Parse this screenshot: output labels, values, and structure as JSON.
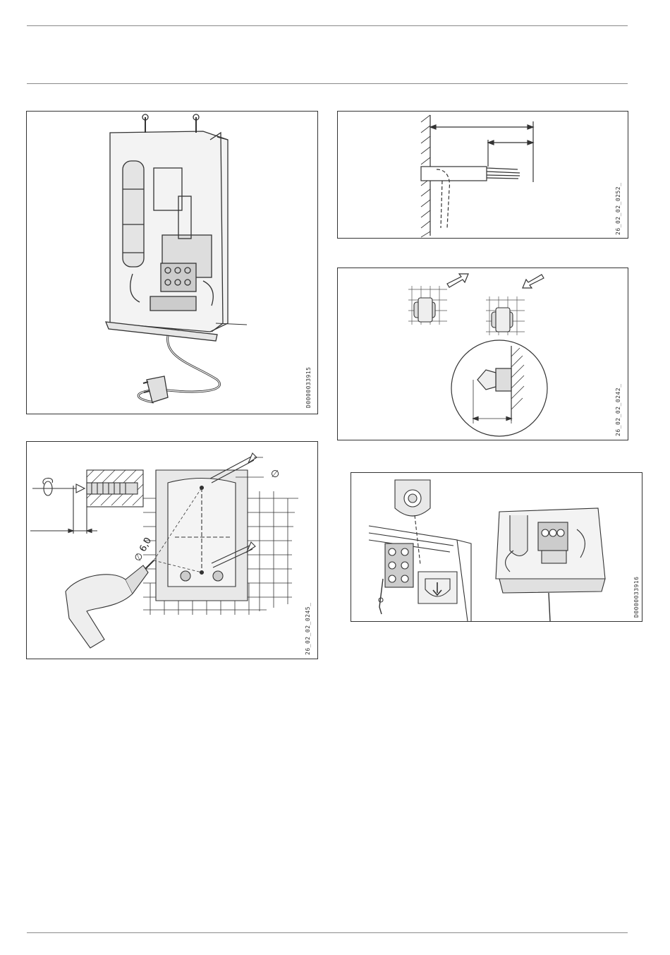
{
  "figures": {
    "fig1": {
      "code": "D0000033915"
    },
    "fig2": {
      "code": "26_02_02_0252_"
    },
    "fig3": {
      "code": "26_02_02_0242_"
    },
    "fig4": {
      "code": "26_02_02_0245_",
      "diameter_symbol": "∅",
      "drill_label": "∅ 6,0"
    },
    "fig5": {
      "code": "D0000033916"
    }
  }
}
